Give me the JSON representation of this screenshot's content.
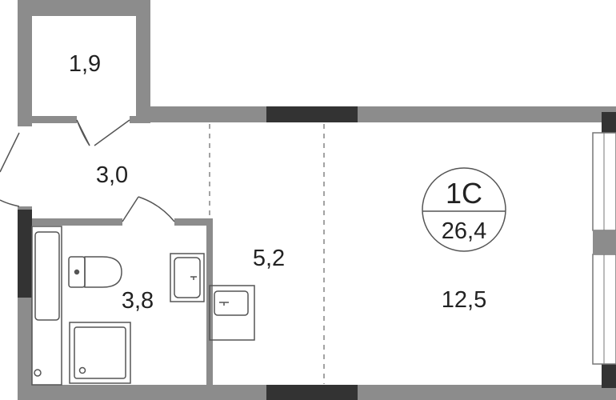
{
  "apartment": {
    "type": "1С",
    "total_area": "26,4"
  },
  "rooms": [
    {
      "id": "storage",
      "area": "1,9"
    },
    {
      "id": "hallway",
      "area": "3,0"
    },
    {
      "id": "bathroom",
      "area": "3,8"
    },
    {
      "id": "kitchen",
      "area": "5,2"
    },
    {
      "id": "living",
      "area": "12,5"
    }
  ],
  "colors": {
    "wall": "#8c8c8c",
    "window": "#333333",
    "fixture": "#555555",
    "dashed_partition": "#666666"
  }
}
